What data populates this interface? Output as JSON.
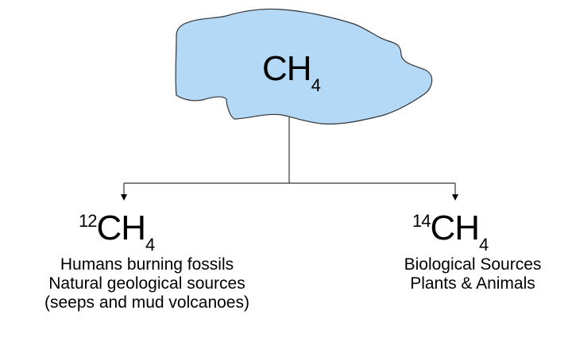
{
  "diagram": {
    "root": {
      "base": "CH",
      "subscript": "4",
      "fill_color": "#b3d9f7",
      "stroke_color": "#333333"
    },
    "left": {
      "isotope": "12",
      "base": "CH",
      "subscript": "4",
      "lines": [
        "Humans burning fossils",
        "Natural geological sources",
        "(seeps and mud volcanoes)"
      ]
    },
    "right": {
      "isotope": "14",
      "base": "CH",
      "subscript": "4",
      "lines": [
        "Biological Sources",
        "Plants & Animals"
      ]
    }
  }
}
